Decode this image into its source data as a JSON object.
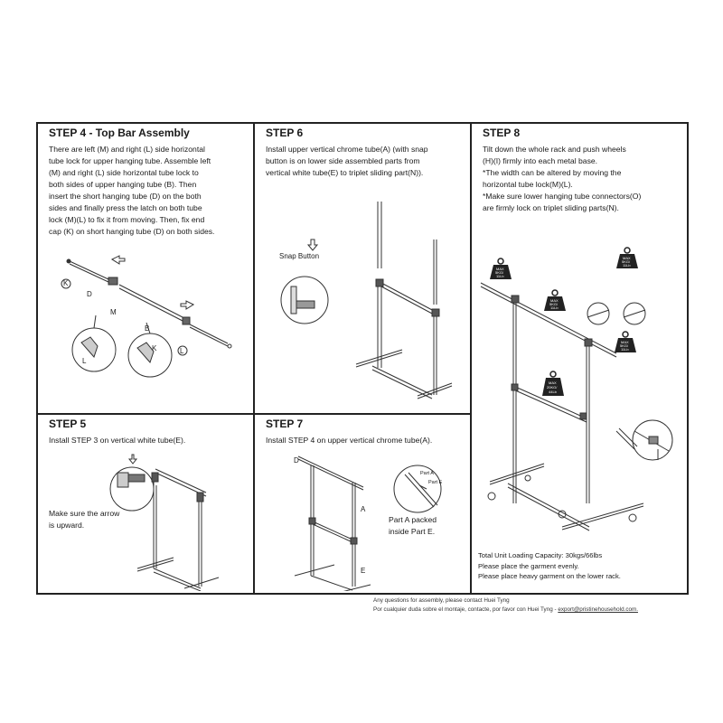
{
  "step4": {
    "title": "STEP 4 - Top Bar Assembly",
    "lines": [
      "There are left (M) and right (L) side horizontal",
      "tube lock for upper hanging tube. Assemble left",
      "(M) and right (L) side horizontal tube lock to",
      "both sides of upper hanging tube (B). Then",
      "insert the short hanging tube (D) on the both",
      "sides and finally press the latch on both tube",
      "lock (M)(L) to fix it from moving. Then, fix end",
      "cap (K) on short hanging tube (D) on both sides."
    ],
    "labels": {
      "k": "K",
      "d": "D",
      "m": "M",
      "b": "B",
      "l": "L",
      "k2": "K",
      "l2": "L"
    }
  },
  "step6": {
    "title": "STEP 6",
    "lines": [
      "Install upper vertical chrome tube(A) (with snap",
      "button is on lower side assembled parts from",
      "vertical white tube(E) to triplet sliding part(N))."
    ],
    "snap_label": "Snap Button"
  },
  "step8": {
    "title": "STEP 8",
    "lines": [
      "Tilt down the whole rack and push wheels",
      "(H)(I) firmly into each metal base.",
      "*The width can be altered by moving the",
      "horizontal tube lock(M)(L).",
      "*Make sure lower hanging tube connectors(O)",
      "are firmly lock on triplet sliding parts(N)."
    ],
    "caption": [
      "Total Unit Loading Capacity: 30kgs/66lbs",
      "Please place the garment evenly.",
      "Please place heavy garment on the lower rack."
    ],
    "weights": [
      {
        "l1": "MAX",
        "l2": "5KG/",
        "l3": "11Lb"
      },
      {
        "l1": "MAX",
        "l2": "5KG/",
        "l3": "11Lb"
      },
      {
        "l1": "MAX",
        "l2": "5KG/",
        "l3": "11Lb"
      },
      {
        "l1": "MAX",
        "l2": "5KG/",
        "l3": "11Lb"
      },
      {
        "l1": "MAX",
        "l2": "20KG/",
        "l3": "44Lb"
      }
    ]
  },
  "step5": {
    "title": "STEP 5",
    "lines": [
      "Install STEP 3 on vertical white tube(E)."
    ],
    "note": [
      "Make sure the arrow",
      "is upward."
    ]
  },
  "step7": {
    "title": "STEP 7",
    "lines": [
      "Install STEP 4 on upper vertical chrome tube(A)."
    ],
    "note": [
      "Part A packed",
      "inside Part E."
    ],
    "labels": {
      "a": "A",
      "e": "E",
      "partA": "Part A",
      "partE": "Part E"
    }
  },
  "footer": {
    "line1": "Any questions for assembly, please contact Huei Tyng",
    "line2_prefix": "Por cualquier duda sobre el montaje, contacte, por favor con Huei Tyng - ",
    "email": "export@pristinehousehold.com."
  }
}
